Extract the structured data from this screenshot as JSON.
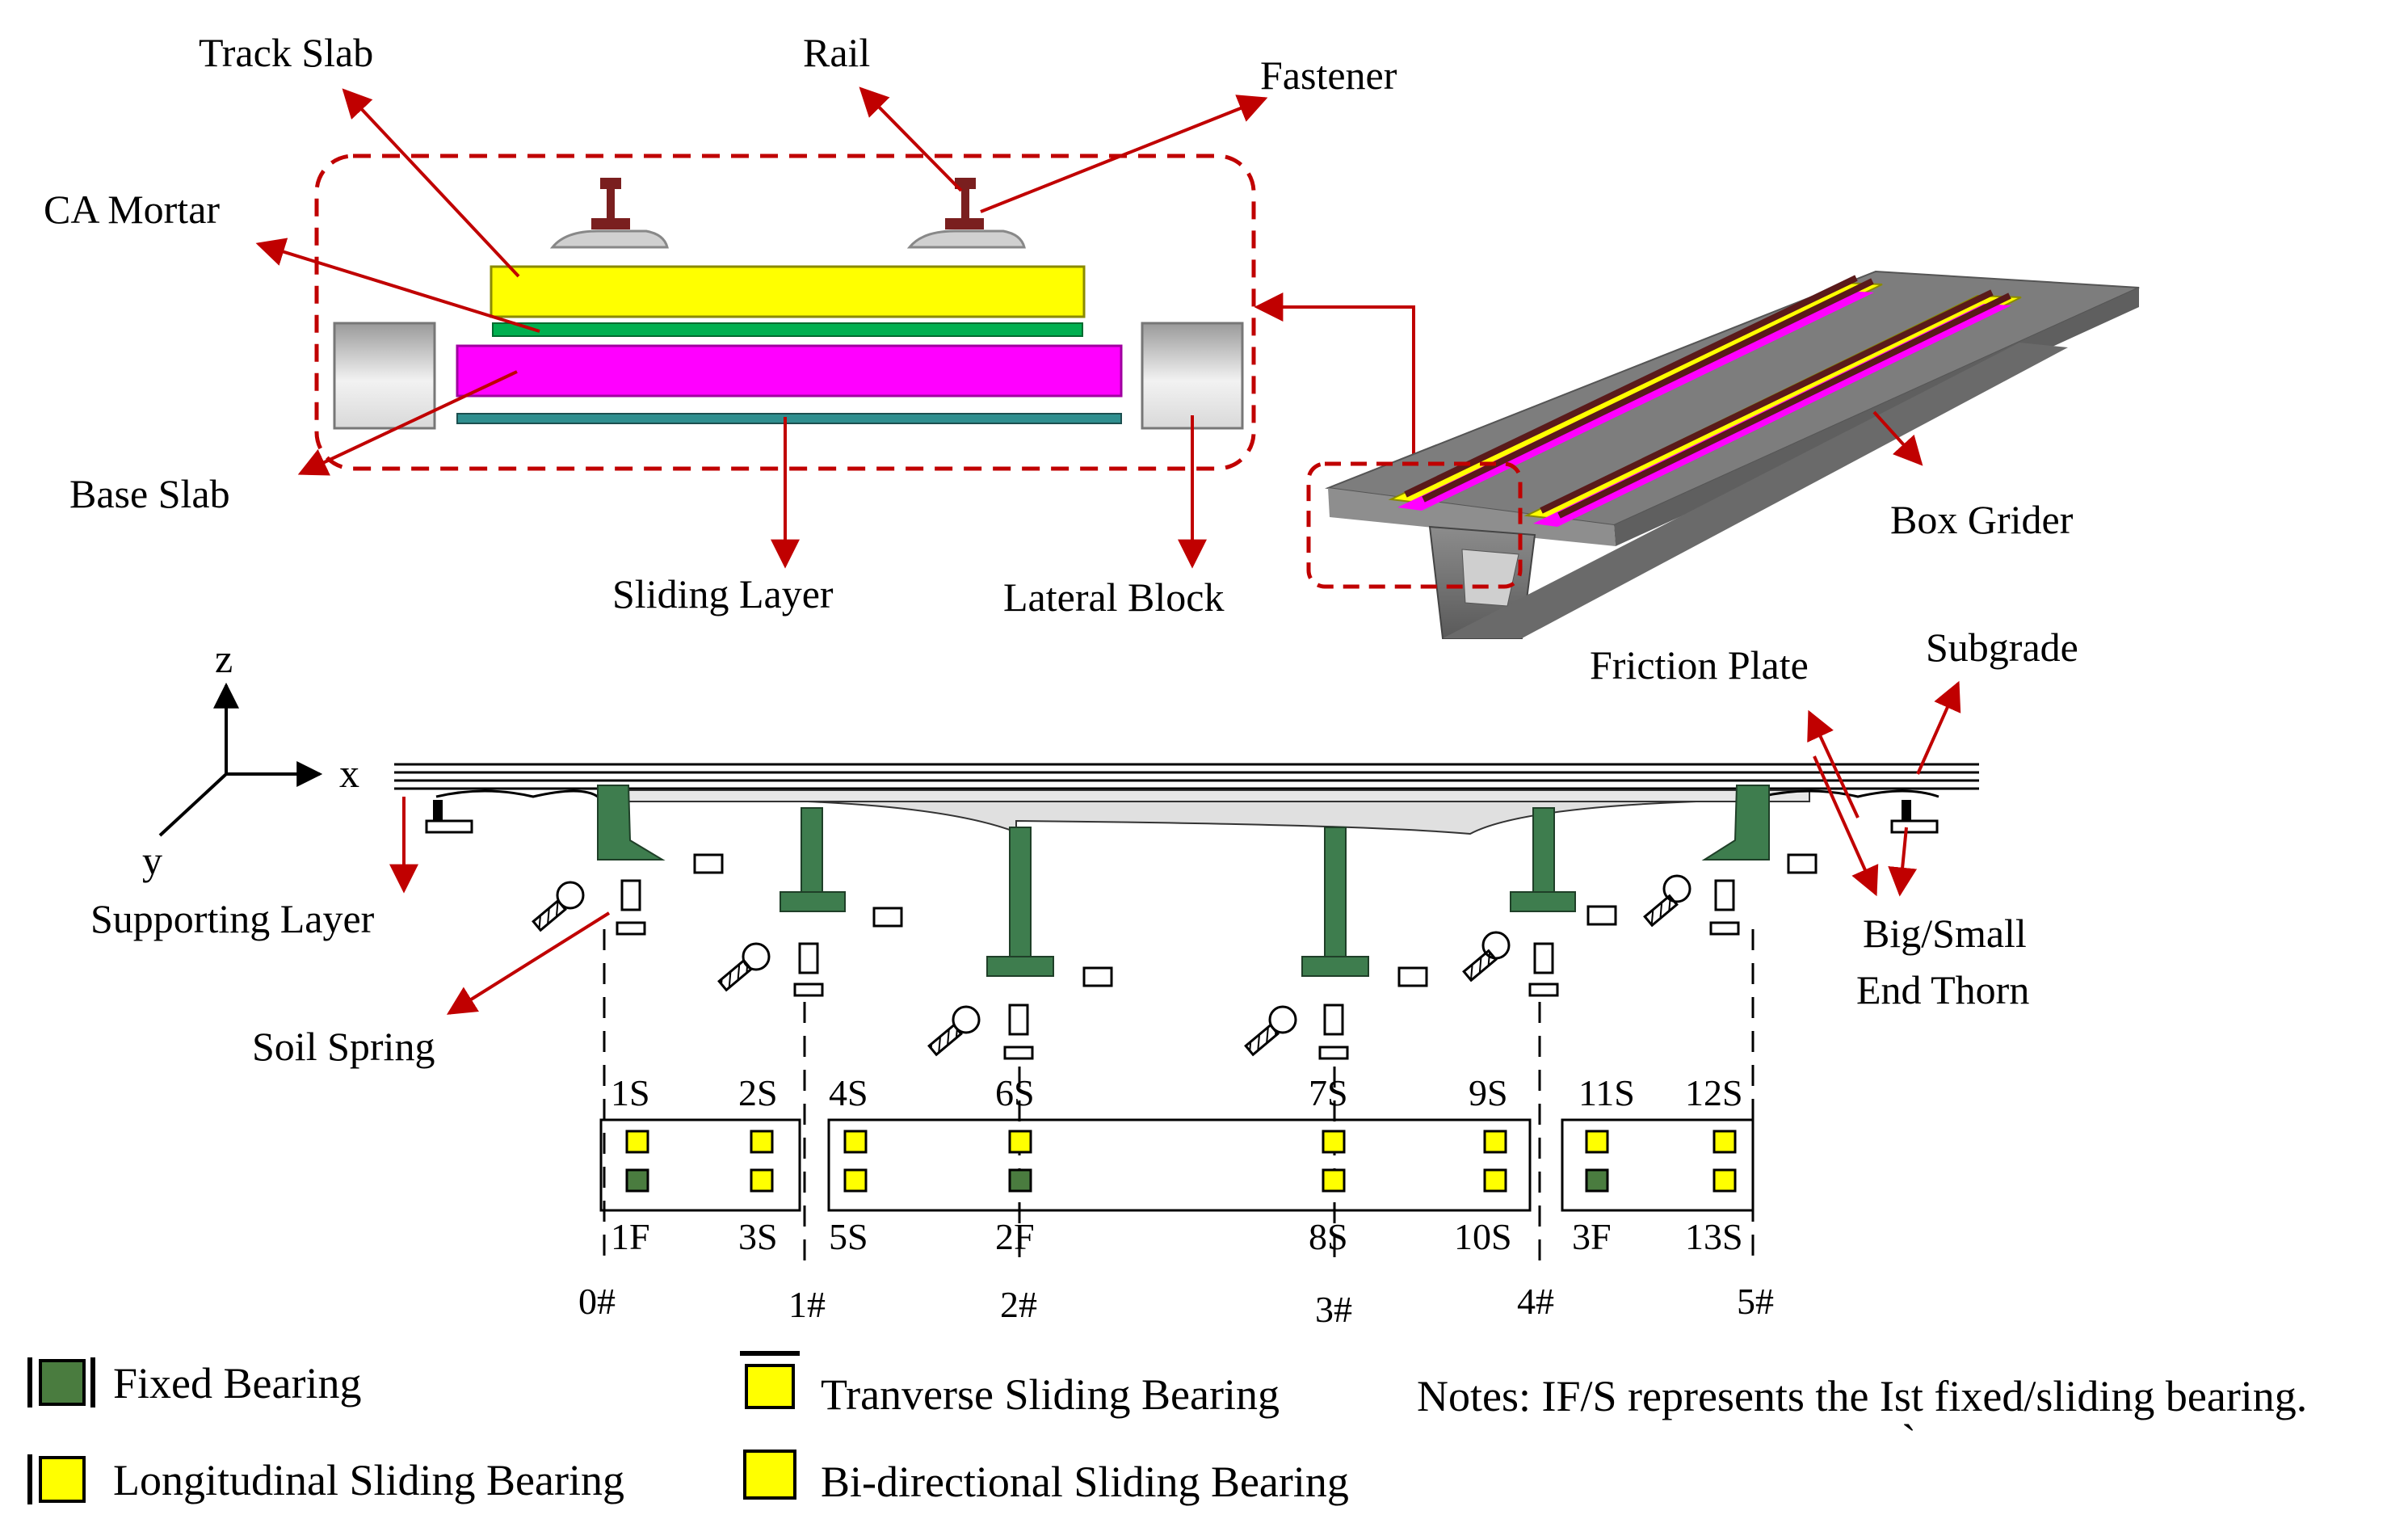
{
  "labels": {
    "track_slab": "Track Slab",
    "rail": "Rail",
    "fastener": "Fastener",
    "ca_mortar": "CA Mortar",
    "base_slab": "Base Slab",
    "sliding_layer": "Sliding Layer",
    "lateral_block": "Lateral Block",
    "box_girder": "Box Grider",
    "friction_plate": "Friction Plate",
    "subgrade": "Subgrade",
    "supporting_layer": "Supporting Layer",
    "soil_spring": "Soil Spring",
    "end_thorn_line1": "Big/Small",
    "end_thorn_line2": "End Thorn"
  },
  "axes": {
    "z": "z",
    "x": "x",
    "y": "y"
  },
  "bearings_top": [
    "1S",
    "2S",
    "4S",
    "6S",
    "7S",
    "9S",
    "11S",
    "12S"
  ],
  "bearings_bottom": [
    "1F",
    "3S",
    "5S",
    "2F",
    "8S",
    "10S",
    "3F",
    "13S"
  ],
  "piers": [
    "0#",
    "1#",
    "2#",
    "3#",
    "4#",
    "5#"
  ],
  "legend": {
    "fixed": "Fixed Bearing",
    "longitudinal": "Longitudinal Sliding Bearing",
    "transverse": "Tranverse Sliding Bearing",
    "bidirectional": "Bi-directional Sliding Bearing",
    "notes": "Notes: IF/S represents the Ist fixed/sliding bearing.",
    "stray_mark": "`"
  },
  "colors": {
    "arrow": "#c00000",
    "track_slab": "#ffff00",
    "ca_mortar": "#00b050",
    "base_slab": "#ff00ff",
    "fixed_bearing": "#4a7c3f",
    "sliding_bearing": "#ffff00",
    "pier": "#3e7d4e"
  }
}
